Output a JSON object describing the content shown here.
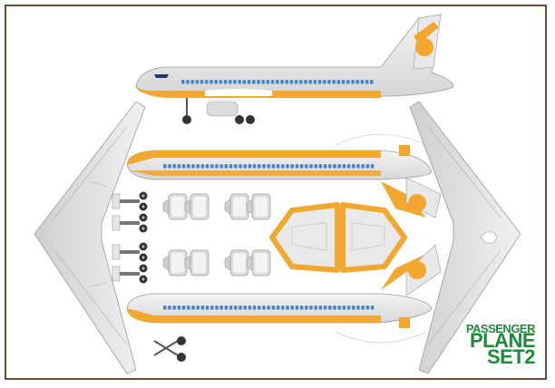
{
  "title": {
    "line1": "PASSENGER",
    "line2": "PLANE",
    "line3": "SET2"
  },
  "colors": {
    "frame": "#6b4a2f",
    "accent": "#f2a72e",
    "body": "#e2e2e2",
    "windows": "#4a86c5",
    "title": "#1e8a3c"
  },
  "icons": [
    "jet-engine-icon",
    "landing-gear-icon",
    "wheel-icon"
  ]
}
